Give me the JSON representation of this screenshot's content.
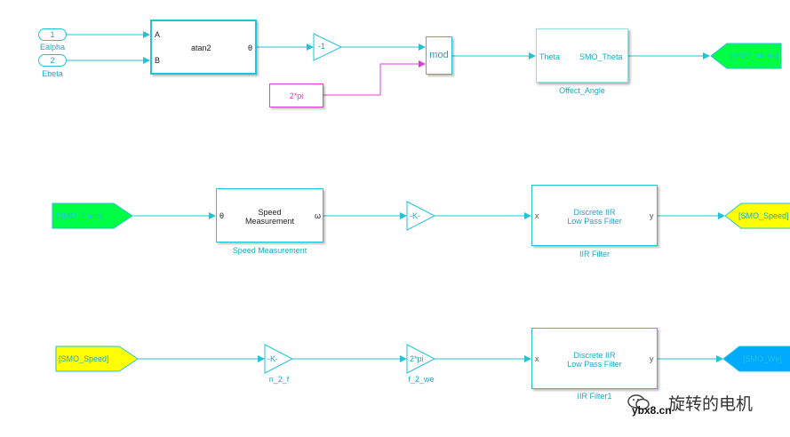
{
  "inports": [
    {
      "num": "1",
      "name": "Ealpha"
    },
    {
      "num": "2",
      "name": "Ebeta"
    }
  ],
  "atan2": {
    "title": "atan2",
    "in_a": "A",
    "in_b": "B",
    "out": "θ"
  },
  "gain_neg1": {
    "value": "-1"
  },
  "const_2pi": {
    "value": "2*pi"
  },
  "mod_block": {
    "title": "mod"
  },
  "offect": {
    "in_port": "Theta",
    "out_port": "SMO_Theta",
    "name": "Offect_Angle"
  },
  "goto_theta": {
    "tag": "[SMO_Theta]",
    "color": "#00ff44"
  },
  "from_theta": {
    "tag": "[SMO_Theta]",
    "color": "#00ff44"
  },
  "speed_meas": {
    "line1": "Speed",
    "line2": "Measurement",
    "in_port": "θ",
    "out_port": "ω",
    "name": "Speed Measurement"
  },
  "gain_k1": {
    "value": "-K-"
  },
  "iir1": {
    "line1": "Discrete IIR",
    "line2": "Low Pass Filter",
    "in_port": "x",
    "out_port": "y",
    "name": "IIR Filter"
  },
  "goto_speed": {
    "tag": "[SMO_Speed]",
    "color": "#ffff00"
  },
  "from_speed": {
    "tag": "[SMO_Speed]",
    "color": "#ffff00"
  },
  "gain_n2f": {
    "value": "-K-",
    "name": "n_2_f"
  },
  "gain_f2we": {
    "value": "2*pi",
    "name": "f_2_we"
  },
  "iir2": {
    "line1": "Discrete IIR",
    "line2": "Low Pass Filter",
    "in_port": "x",
    "out_port": "y",
    "name": "IIR Filter1"
  },
  "goto_we": {
    "tag": "[SMO_We]",
    "color": "#00aaff"
  },
  "watermark": {
    "cn": "旋转的电机",
    "site": "ybx8.cn"
  }
}
